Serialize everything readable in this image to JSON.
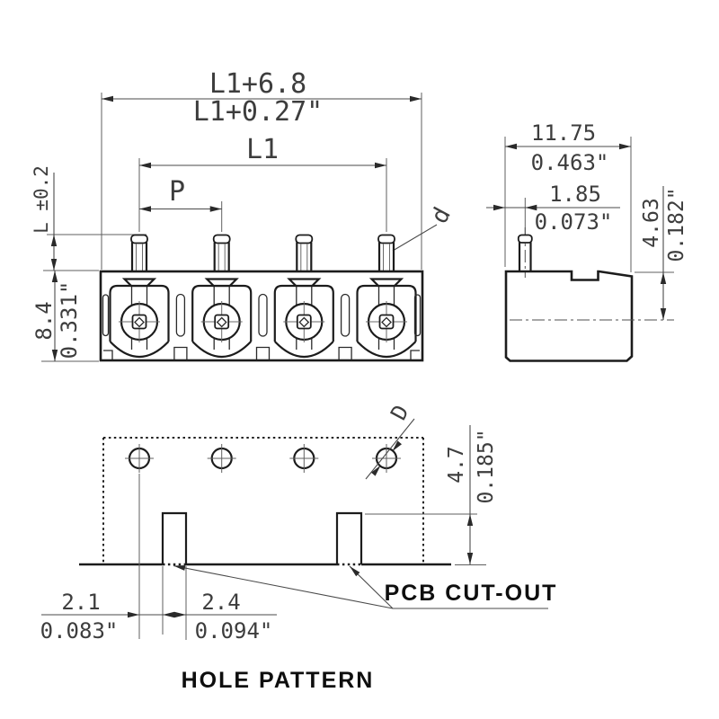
{
  "drawing": {
    "colors": {
      "ink": "#1c1c1c",
      "dimension": "#4a4a4a",
      "background": "#ffffff"
    },
    "front_view": {
      "dim_overall_mm": "L1+6.8",
      "dim_overall_in": "L1+0.27\"",
      "dim_span": "L1",
      "dim_pitch": "P",
      "pin_label": "d",
      "dim_pin_length": "L ±0.2",
      "dim_height_mm": "8.4",
      "dim_height_in": "0.331\"",
      "pole_count": 4
    },
    "side_view": {
      "dim_depth_mm": "11.75",
      "dim_depth_in": "0.463\"",
      "dim_pin_offset_mm": "1.85",
      "dim_pin_offset_in": "0.073\"",
      "dim_center_height_mm": "4.63",
      "dim_center_height_in": "0.182\""
    },
    "hole_pattern": {
      "hole_label": "D",
      "dim_cutout_depth_mm": "4.7",
      "dim_cutout_depth_in": "0.185\"",
      "dim_hole_to_cutout_mm": "2.1",
      "dim_hole_to_cutout_in": "0.083\"",
      "dim_cutout_width_mm": "2.4",
      "dim_cutout_width_in": "0.094\"",
      "cutout_label": "PCB CUT-OUT",
      "title": "HOLE PATTERN",
      "hole_count": 4
    }
  }
}
